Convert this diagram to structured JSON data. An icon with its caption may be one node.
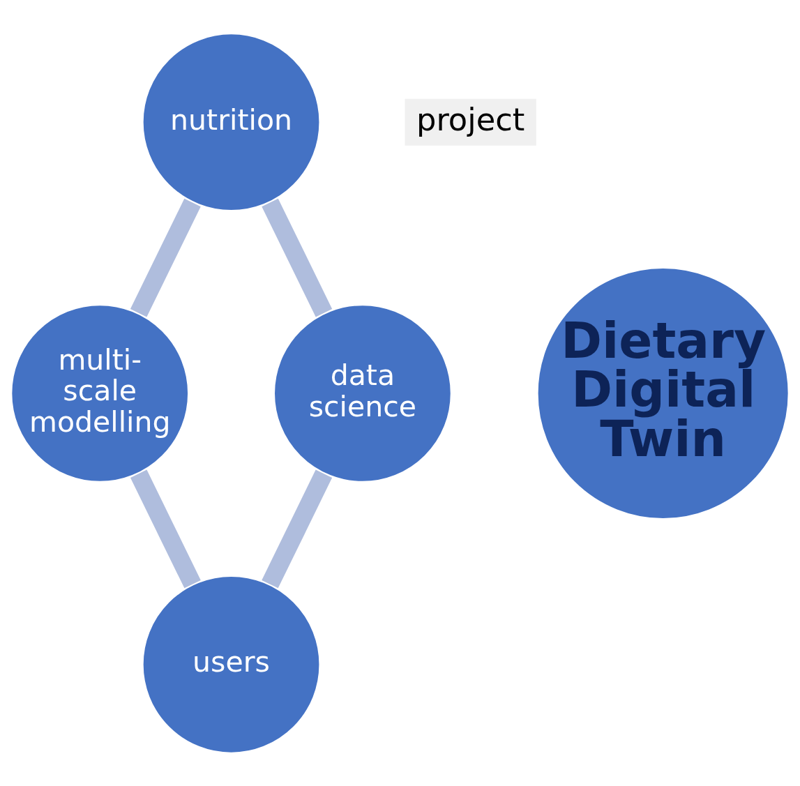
{
  "diagram": {
    "nodes": [
      {
        "text": [
          "nutrition"
        ]
      },
      {
        "text": [
          "data science"
        ]
      },
      {
        "text": [
          "Dietary Digital Twin"
        ]
      },
      {
        "text": [
          "multi- scale modelling"
        ]
      },
      {
        "text": [
          "users"
        ]
      }
    ],
    "edges": [
      {
        "from": 0,
        "to": 3,
        "arrow": "none"
      },
      {
        "from": 3,
        "to": 4,
        "arrow": "none"
      },
      {
        "from": 4,
        "to": 1,
        "arrow": "none"
      },
      {
        "from": 1,
        "to": 0,
        "arrow": "none"
      }
    ],
    "labels": [
      "project"
    ]
  }
}
